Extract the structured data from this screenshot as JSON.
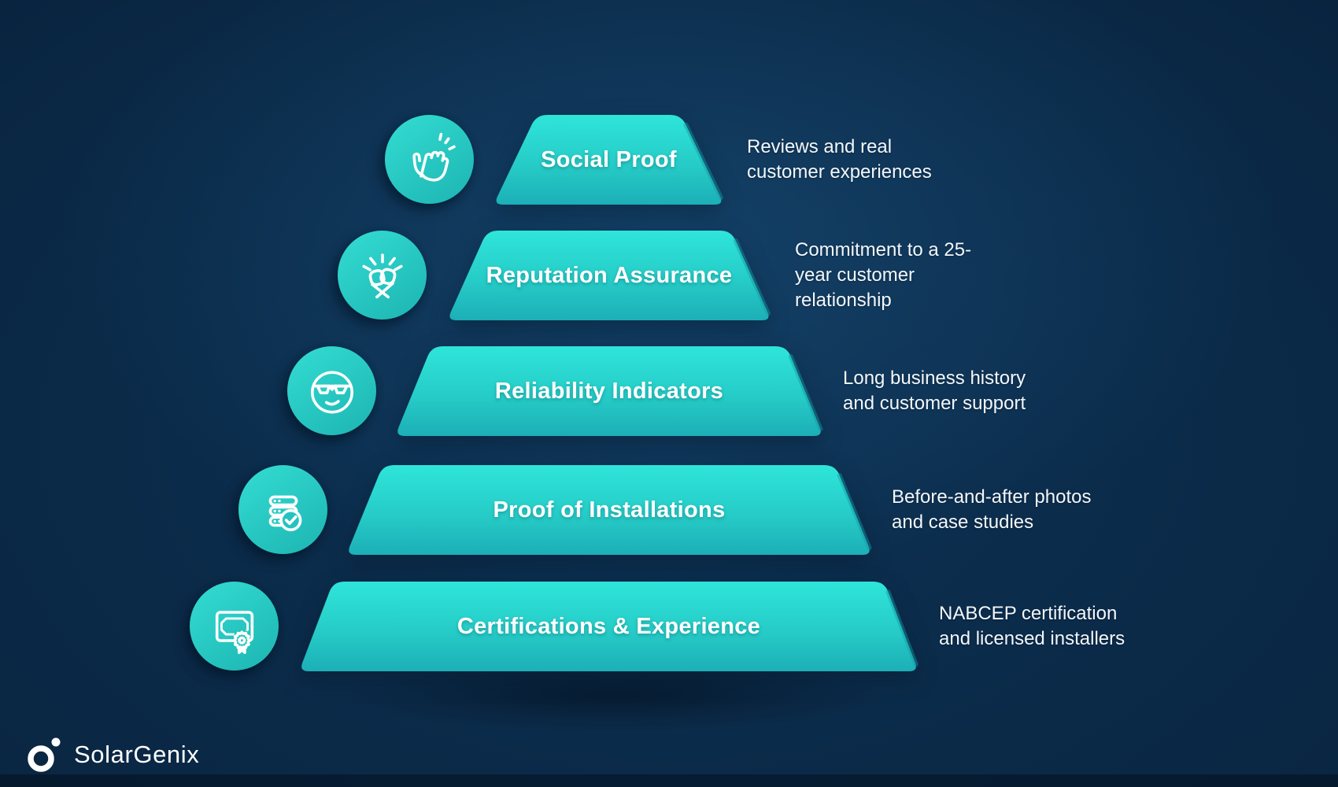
{
  "diagram": {
    "type": "pyramid",
    "levels": 5,
    "tiers": [
      {
        "title": "Social Proof",
        "description": "Reviews and real customer experiences",
        "icon": "clapping-hands-icon"
      },
      {
        "title": "Reputation Assurance",
        "description": "Commitment to a 25-year customer relationship",
        "icon": "fist-bump-icon"
      },
      {
        "title": "Reliability Indicators",
        "description": "Long business history and customer support",
        "icon": "cool-face-icon"
      },
      {
        "title": "Proof of Installations",
        "description": "Before-and-after photos and case studies",
        "icon": "database-check-icon"
      },
      {
        "title": "Certifications & Experience",
        "description": "NABCEP certification and licensed installers",
        "icon": "certificate-icon"
      }
    ]
  },
  "logo": {
    "text": "SolarGenix",
    "mark": "circle-dot-icon"
  },
  "colors": {
    "background_navy": "#0a2845",
    "tier_gradient_top": "#2ce2d8",
    "tier_gradient_bottom": "#1cb0b8",
    "icon_circle_teal": "#25c3bf",
    "text_white": "#ffffff"
  }
}
